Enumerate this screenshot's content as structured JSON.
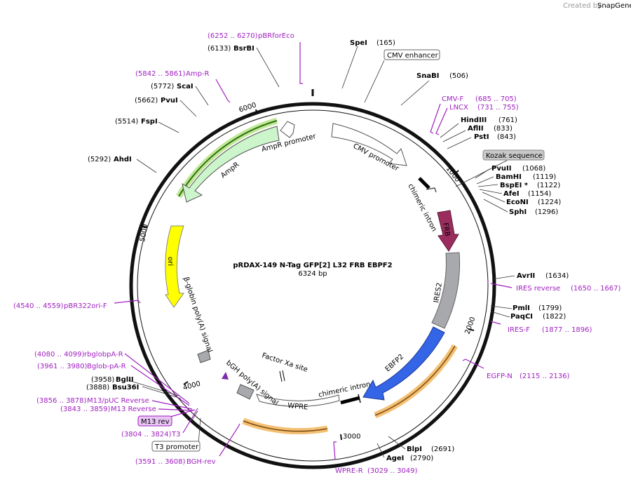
{
  "title": "pRDAX-149    N-Tag GFP[2] L32 FRB EBPF2",
  "size": "6324 bp",
  "credit": {
    "prefix": "Created by",
    "brand": "SnapGene"
  },
  "ticks": [
    "1000",
    "2000",
    "3000",
    "4000",
    "5000",
    "6000"
  ],
  "enzymes": [
    {
      "name": "SpeI",
      "pos": "(165)"
    },
    {
      "name": "SnaBI",
      "pos": "(506)"
    },
    {
      "name": "HindIII",
      "pos": "(761)"
    },
    {
      "name": "AflII",
      "pos": "(833)"
    },
    {
      "name": "PstI",
      "pos": "(843)"
    },
    {
      "name": "PvuII",
      "pos": "(1068)"
    },
    {
      "name": "BamHI",
      "pos": "(1119)"
    },
    {
      "name": "BspEI *",
      "pos": "(1122)"
    },
    {
      "name": "AfeI",
      "pos": "(1154)"
    },
    {
      "name": "EcoNI",
      "pos": "(1224)"
    },
    {
      "name": "SphI",
      "pos": "(1296)"
    },
    {
      "name": "AvrII",
      "pos": "(1634)"
    },
    {
      "name": "PmlI",
      "pos": "(1799)"
    },
    {
      "name": "PaqCI",
      "pos": "(1822)"
    },
    {
      "name": "BlpI",
      "pos": "(2691)"
    },
    {
      "name": "AgeI",
      "pos": "(2790)"
    },
    {
      "name": "BglII",
      "pos": "(3958)"
    },
    {
      "name": "Bsu36I",
      "pos": "(3888)"
    },
    {
      "name": "AhdI",
      "pos": "(5292)"
    },
    {
      "name": "FspI",
      "pos": "(5514)"
    },
    {
      "name": "PvuI",
      "pos": "(5662)"
    },
    {
      "name": "ScaI",
      "pos": "(5772)"
    },
    {
      "name": "BsrBI",
      "pos": "(6133)"
    }
  ],
  "primers": [
    {
      "name": "pBRforEco",
      "range": "(6252 .. 6270)"
    },
    {
      "name": "Amp-R",
      "range": "(5842 .. 5861)"
    },
    {
      "name": "CMV-F",
      "range": "(685 .. 705)"
    },
    {
      "name": "LNCX",
      "range": "(731 .. 755)"
    },
    {
      "name": "IRES reverse",
      "range": "(1650 .. 1667)"
    },
    {
      "name": "IRES-F",
      "range": "(1877 .. 1896)"
    },
    {
      "name": "EGFP-N",
      "range": "(2115 .. 2136)"
    },
    {
      "name": "WPRE-R",
      "range": "(3029 .. 3049)"
    },
    {
      "name": "pBR322ori-F",
      "range": "(4540 .. 4559)"
    },
    {
      "name": "rbglobpA-R",
      "range": "(4080 .. 4099)"
    },
    {
      "name": "Bglob-pA-R",
      "range": "(3961 .. 3980)"
    },
    {
      "name": "M13/pUC Reverse",
      "range": "(3856 .. 3878)"
    },
    {
      "name": "M13 Reverse",
      "range": "(3843 .. 3859)"
    },
    {
      "name": "T3",
      "range": "(3804 .. 3824)"
    },
    {
      "name": "BGH-rev",
      "range": "(3591 .. 3608)"
    }
  ],
  "boxed": {
    "cmv_enhancer": "CMV enhancer",
    "kozak": "Kozak sequence",
    "m13rev": "M13 rev",
    "t3promoter": "T3 promoter"
  },
  "features": {
    "ampr_promoter": "AmpR promoter",
    "ampr": "AmpR",
    "cmv_promoter": "CMV promoter",
    "chimeric_intron_1": "chimeric intron",
    "frb": "FRB",
    "ires2": "IRES2",
    "ebfp2": "EBFP2",
    "chimeric_intron_2": "chimeric intron",
    "wpre": "WPRE",
    "bgh": "bGH poly(A) signal",
    "factor_xa": "Factor Xa site",
    "bglobin": "β-globin poly(A) signal",
    "ori": "ori"
  },
  "colors": {
    "backbone": "#111111",
    "primer": "#a020c0",
    "frb": "#9b2d5e",
    "ires2": "#a7a9ac",
    "ebfp2": "#3465e6",
    "ori": "#ffff00",
    "ampr": "#ccf5cc",
    "highlight_green": "#b8e68a",
    "highlight_orange": "#f4c074"
  }
}
